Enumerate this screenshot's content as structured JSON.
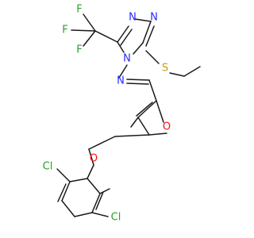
{
  "colors": {
    "bond": "#1a1a1a",
    "carbon": "#1a1a1a",
    "nitrogen": "#2828ff",
    "oxygen": "#ff0d0d",
    "sulfur": "#c8a000",
    "fluorine": "#2e9e2e",
    "chlorine": "#23a323"
  },
  "atom_labels": {
    "f_top": "F",
    "f_left": "F",
    "f_mid": "F",
    "n_ring_top": "N",
    "n_ring_right": "N",
    "n_ring_center": "N",
    "n_imine": "N",
    "s_thio": "S",
    "o_furan": "O",
    "o_ether": "O",
    "cl_left": "Cl",
    "cl_right": "Cl"
  }
}
